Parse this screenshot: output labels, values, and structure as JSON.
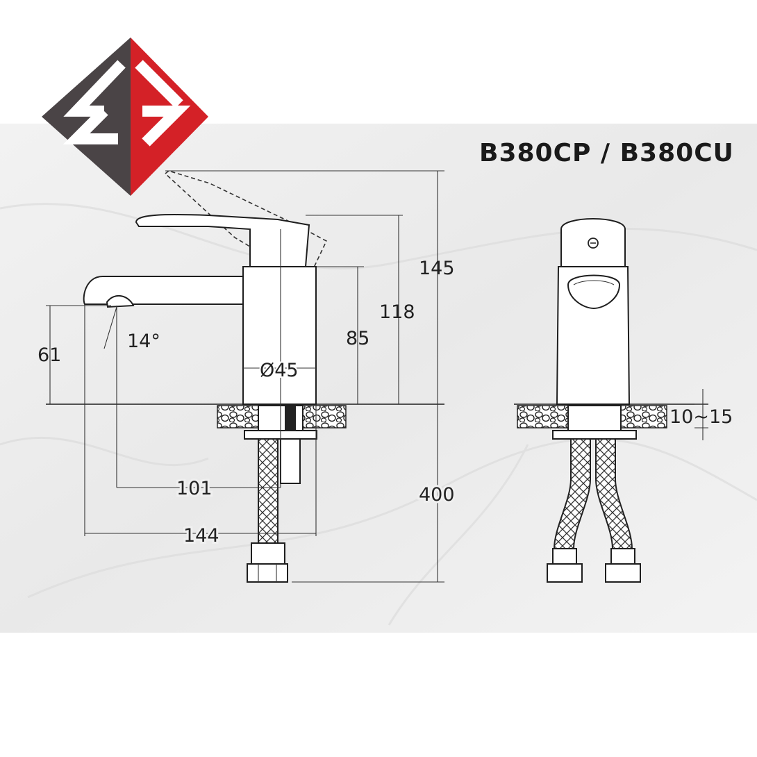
{
  "brand": {
    "logo_text": "SG",
    "colors": {
      "dark": "#4a4446",
      "red": "#d42127"
    }
  },
  "model_label": "B380CP / B380CU",
  "dimensions": {
    "overall_height": "145",
    "handle_height": "118",
    "body_height": "85",
    "spout_height": "61",
    "spout_angle": "14°",
    "base_diameter": "Ø45",
    "spout_reach": "101",
    "total_length": "144",
    "hose_length": "400",
    "deck_thickness": "10~15"
  },
  "colors": {
    "background_stone": "#efefef",
    "line": "#1e1e1e"
  }
}
